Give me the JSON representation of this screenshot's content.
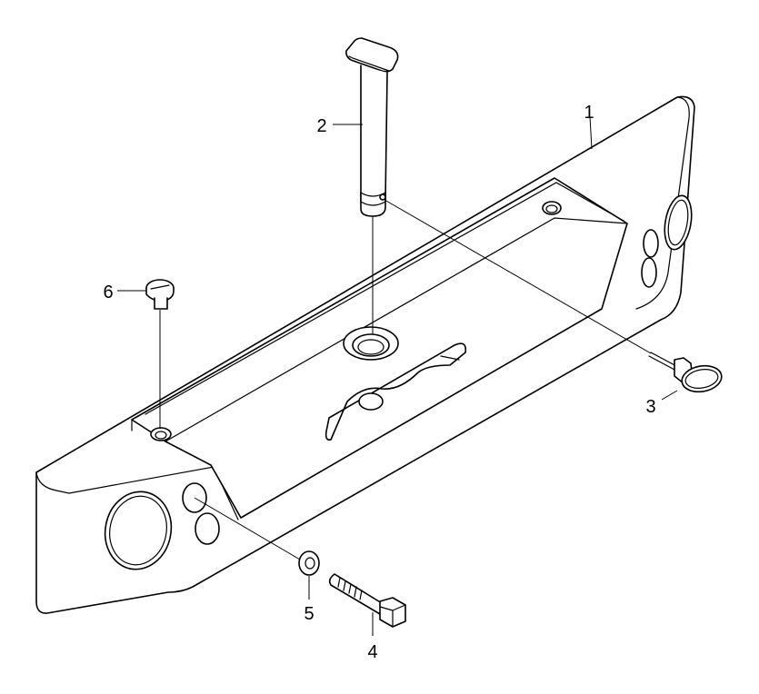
{
  "diagram": {
    "colors": {
      "line": "#000000",
      "background": "#ffffff"
    },
    "callouts": [
      {
        "id": "1",
        "label": "1"
      },
      {
        "id": "2",
        "label": "2"
      },
      {
        "id": "3",
        "label": "3"
      },
      {
        "id": "4",
        "label": "4"
      },
      {
        "id": "5",
        "label": "5"
      },
      {
        "id": "6",
        "label": "6"
      }
    ]
  }
}
